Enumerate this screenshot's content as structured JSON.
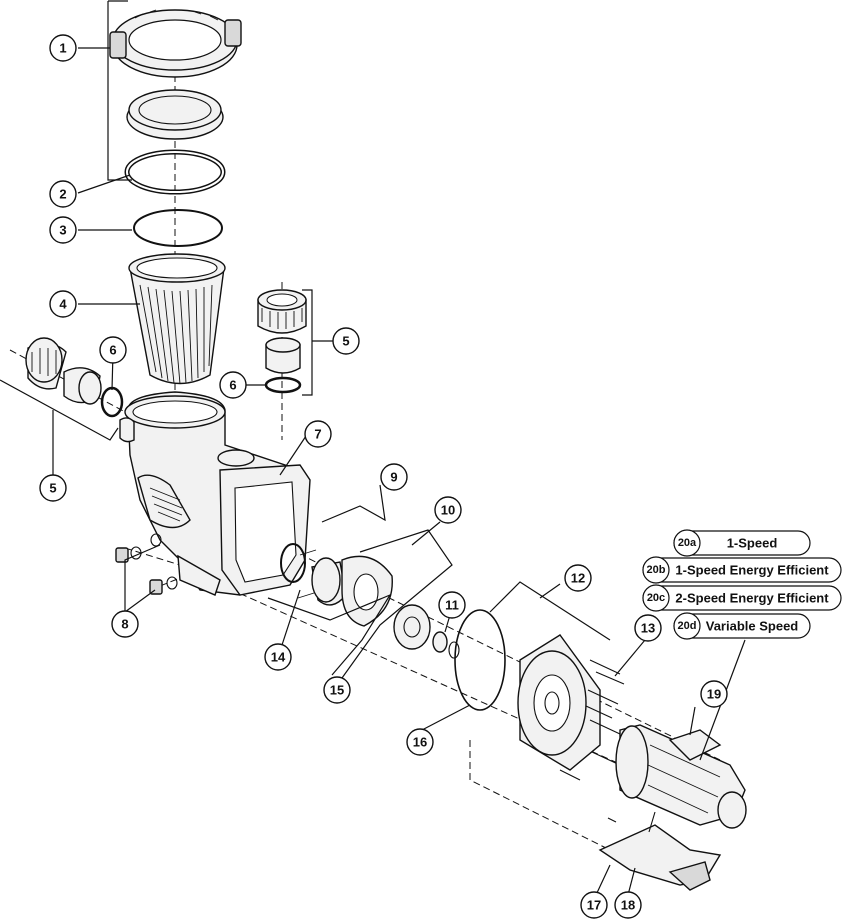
{
  "callouts": [
    {
      "id": "c1",
      "text": "1"
    },
    {
      "id": "c2",
      "text": "2"
    },
    {
      "id": "c3",
      "text": "3"
    },
    {
      "id": "c4",
      "text": "4"
    },
    {
      "id": "c5a",
      "text": "5"
    },
    {
      "id": "c5b",
      "text": "5"
    },
    {
      "id": "c6a",
      "text": "6"
    },
    {
      "id": "c6b",
      "text": "6"
    },
    {
      "id": "c7",
      "text": "7"
    },
    {
      "id": "c8",
      "text": "8"
    },
    {
      "id": "c9",
      "text": "9"
    },
    {
      "id": "c10",
      "text": "10"
    },
    {
      "id": "c11",
      "text": "11"
    },
    {
      "id": "c12",
      "text": "12"
    },
    {
      "id": "c13",
      "text": "13"
    },
    {
      "id": "c14",
      "text": "14"
    },
    {
      "id": "c15",
      "text": "15"
    },
    {
      "id": "c16",
      "text": "16"
    },
    {
      "id": "c17",
      "text": "17"
    },
    {
      "id": "c18",
      "text": "18"
    },
    {
      "id": "c19",
      "text": "19"
    }
  ],
  "motor_variants": [
    {
      "code": "20a",
      "label": "1-Speed"
    },
    {
      "code": "20b",
      "label": "1-Speed Energy Efficient"
    },
    {
      "code": "20c",
      "label": "2-Speed Energy Efficient"
    },
    {
      "code": "20d",
      "label": "Variable Speed"
    }
  ]
}
